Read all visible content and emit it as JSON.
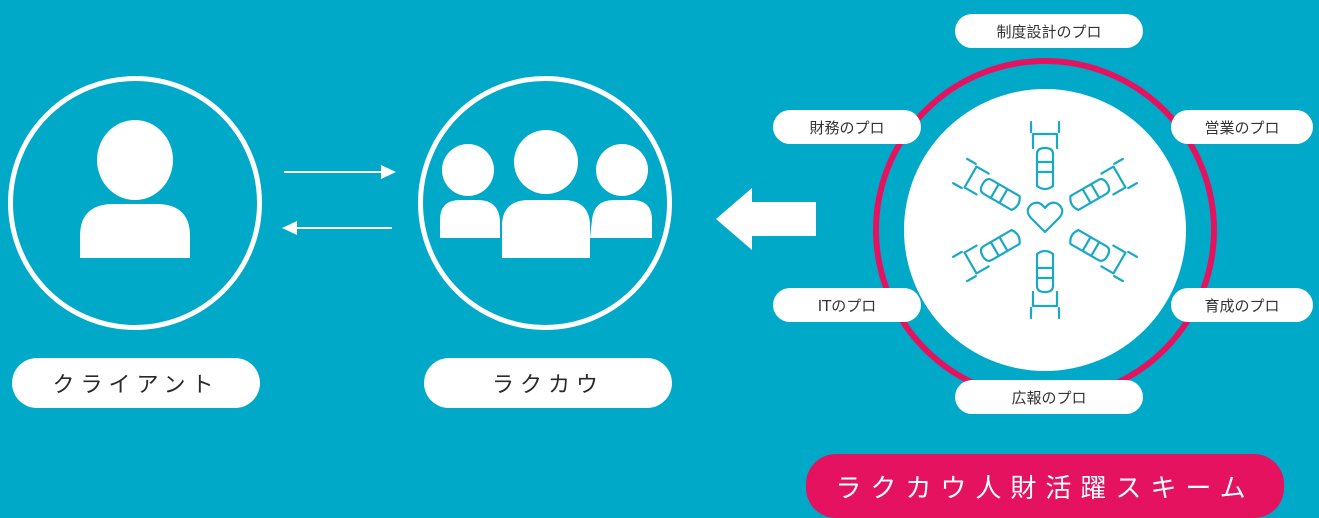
{
  "nodes": {
    "client": {
      "label": "クライアント",
      "icon": "person-icon"
    },
    "rakukau": {
      "label": "ラクカウ",
      "icon": "group-icon"
    }
  },
  "pros": {
    "design": "制度設計のプロ",
    "finance": "財務のプロ",
    "sales": "営業のプロ",
    "it": "ITのプロ",
    "training": "育成のプロ",
    "pr": "広報のプロ"
  },
  "scheme": {
    "label": "ラクカウ人財活躍スキーム"
  },
  "colors": {
    "background": "#01a9c9",
    "accent": "#e5135f",
    "white": "#ffffff",
    "icon_line": "#1aa9c4"
  }
}
